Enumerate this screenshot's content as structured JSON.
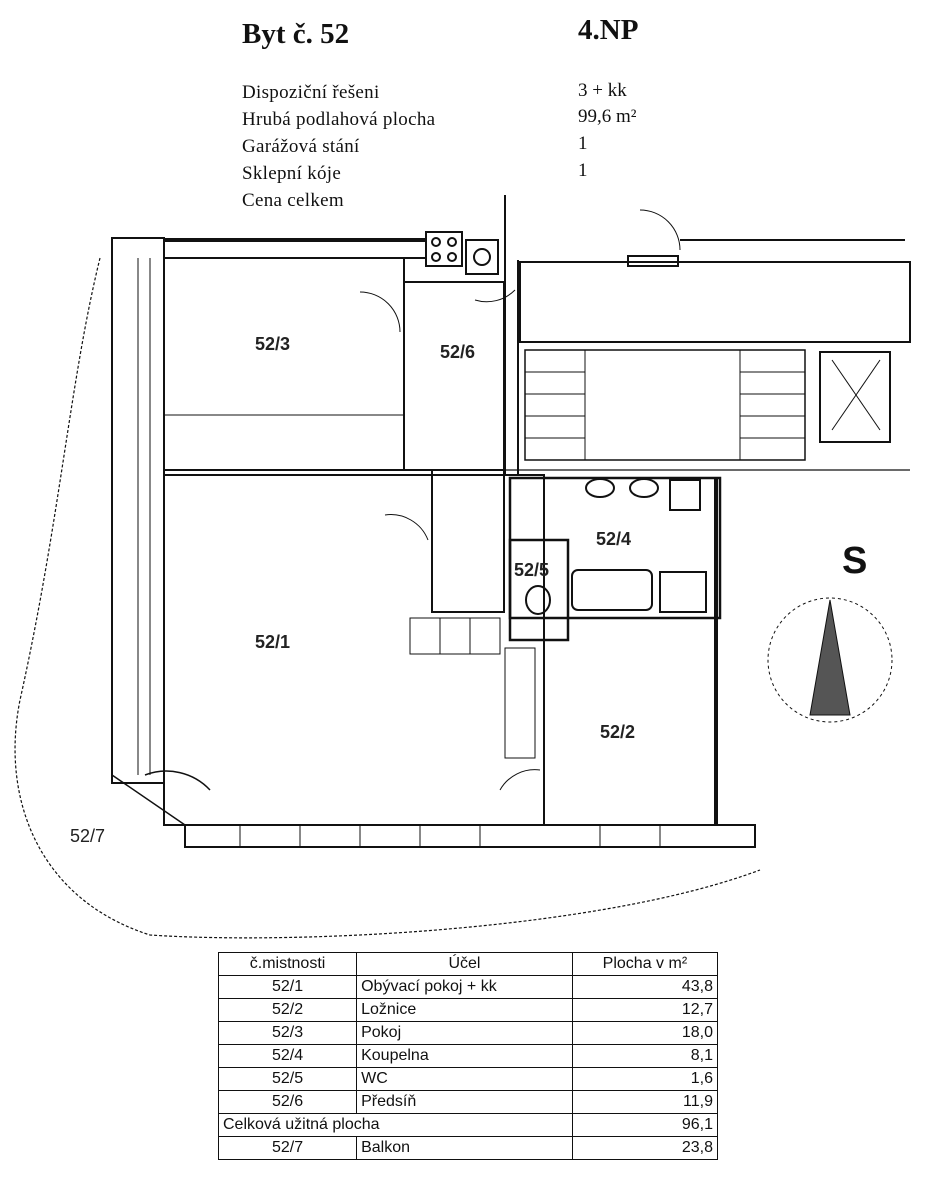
{
  "header": {
    "title": "Byt č. 52",
    "floor": "4.NP"
  },
  "info": [
    {
      "label": "Dispoziční řešeni",
      "value": "3 + kk"
    },
    {
      "label": "Hrubá podlahová plocha",
      "value": "99,6 m²"
    },
    {
      "label": "Garážová stání",
      "value": "1"
    },
    {
      "label": "Sklepní kóje",
      "value": "1"
    },
    {
      "label": "Cena celkem",
      "value": ""
    }
  ],
  "plan": {
    "rooms": {
      "r3": "52/3",
      "r6": "52/6",
      "r4": "52/4",
      "r5": "52/5",
      "r1": "52/1",
      "r2": "52/2",
      "r7": "52/7"
    },
    "north_label": "S"
  },
  "table": {
    "headers": [
      "č.mistnosti",
      "Účel",
      "Plocha v m²"
    ],
    "rows": [
      {
        "id": "52/1",
        "purpose": "Obývací pokoj + kk",
        "area": "43,8"
      },
      {
        "id": "52/2",
        "purpose": "Ložnice",
        "area": "12,7"
      },
      {
        "id": "52/3",
        "purpose": "Pokoj",
        "area": "18,0"
      },
      {
        "id": "52/4",
        "purpose": "Koupelna",
        "area": "8,1"
      },
      {
        "id": "52/5",
        "purpose": "WC",
        "area": "1,6"
      },
      {
        "id": "52/6",
        "purpose": "Předsíň",
        "area": "11,9"
      }
    ],
    "total": {
      "label": "Celková užitná plocha",
      "area": "96,1"
    },
    "balcony": {
      "id": "52/7",
      "purpose": "Balkon",
      "area": "23,8"
    }
  }
}
